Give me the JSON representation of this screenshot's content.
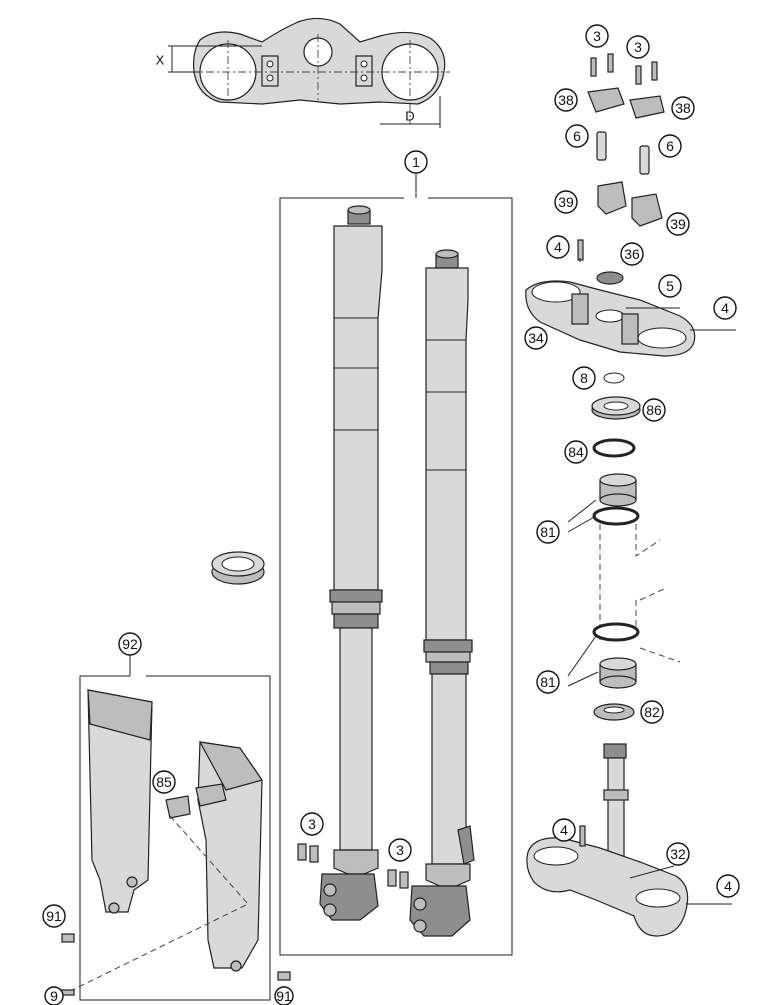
{
  "diagram": {
    "dimensions": {
      "x_label": "X",
      "d_label": "D"
    },
    "callouts": [
      {
        "id": "c-1",
        "label": "1"
      },
      {
        "id": "c-3a",
        "label": "3"
      },
      {
        "id": "c-3b",
        "label": "3"
      },
      {
        "id": "c-38a",
        "label": "38"
      },
      {
        "id": "c-38b",
        "label": "38"
      },
      {
        "id": "c-6a",
        "label": "6"
      },
      {
        "id": "c-6b",
        "label": "6"
      },
      {
        "id": "c-39a",
        "label": "39"
      },
      {
        "id": "c-39b",
        "label": "39"
      },
      {
        "id": "c-4a",
        "label": "4"
      },
      {
        "id": "c-36",
        "label": "36"
      },
      {
        "id": "c-5",
        "label": "5"
      },
      {
        "id": "c-4b",
        "label": "4"
      },
      {
        "id": "c-34",
        "label": "34"
      },
      {
        "id": "c-8",
        "label": "8"
      },
      {
        "id": "c-86",
        "label": "86"
      },
      {
        "id": "c-84",
        "label": "84"
      },
      {
        "id": "c-81a",
        "label": "81"
      },
      {
        "id": "c-81b",
        "label": "81"
      },
      {
        "id": "c-82",
        "label": "82"
      },
      {
        "id": "c-92",
        "label": "92"
      },
      {
        "id": "c-85",
        "label": "85"
      },
      {
        "id": "c-3c",
        "label": "3"
      },
      {
        "id": "c-3d",
        "label": "3"
      },
      {
        "id": "c-4c",
        "label": "4"
      },
      {
        "id": "c-32",
        "label": "32"
      },
      {
        "id": "c-4d",
        "label": "4"
      },
      {
        "id": "c-91a",
        "label": "91"
      },
      {
        "id": "c-9",
        "label": "9"
      },
      {
        "id": "c-91b",
        "label": "91"
      }
    ]
  }
}
